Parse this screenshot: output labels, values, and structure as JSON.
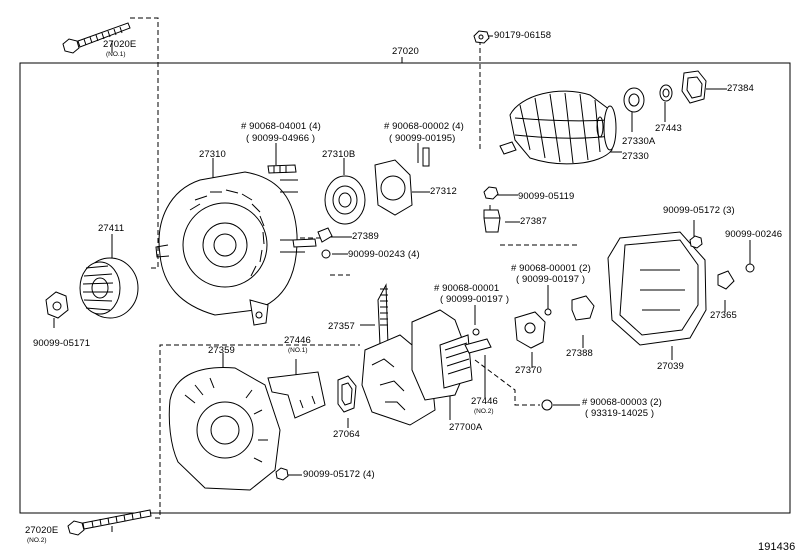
{
  "diagram_id": "191436",
  "parts": {
    "p27020": "27020",
    "p27020e_top": "27020E",
    "p27020e_top_note": "(NO.1)",
    "p27020e_bot": "27020E",
    "p27020e_bot_note": "(NO.2)",
    "p90179": "90179-06158",
    "p27384": "27384",
    "p27443": "27443",
    "p27330a": "27330A",
    "p27330": "27330",
    "p90068_04001": "# 90068-04001 (4)",
    "p90099_04966": "( 90099-04966 )",
    "p90068_00002": "# 90068-00002 (4)",
    "p90099_00195": "( 90099-00195)",
    "p27310": "27310",
    "p27310b": "27310B",
    "p27312": "27312",
    "p90099_05119": "90099-05119",
    "p27387": "27387",
    "p27389": "27389",
    "p90099_00243": "90099-00243 (4)",
    "p27411": "27411",
    "p90099_05172_3": "90099-05172 (3)",
    "p90099_00246": "90099-00246",
    "p90068_00001_2": "# 90068-00001 (2)",
    "p90099_00197_2": "( 90099-00197 )",
    "p90068_00001": "# 90068-00001",
    "p90099_00197": "( 90099-00197 )",
    "p90099_05171": "90099-05171",
    "p27357": "27357",
    "p27446_1": "27446",
    "p27446_1_note": "(NO.1)",
    "p27359": "27359",
    "p27365": "27365",
    "p27388": "27388",
    "p27370": "27370",
    "p27039": "27039",
    "p27446_2": "27446",
    "p27446_2_note": "(NO.2)",
    "p27700a": "27700A",
    "p27064": "27064",
    "p90068_00003": "# 90068-00003 (2)",
    "p93319_14025": "( 93319-14025 )",
    "p90099_05172_4": "90099-05172 (4)"
  }
}
